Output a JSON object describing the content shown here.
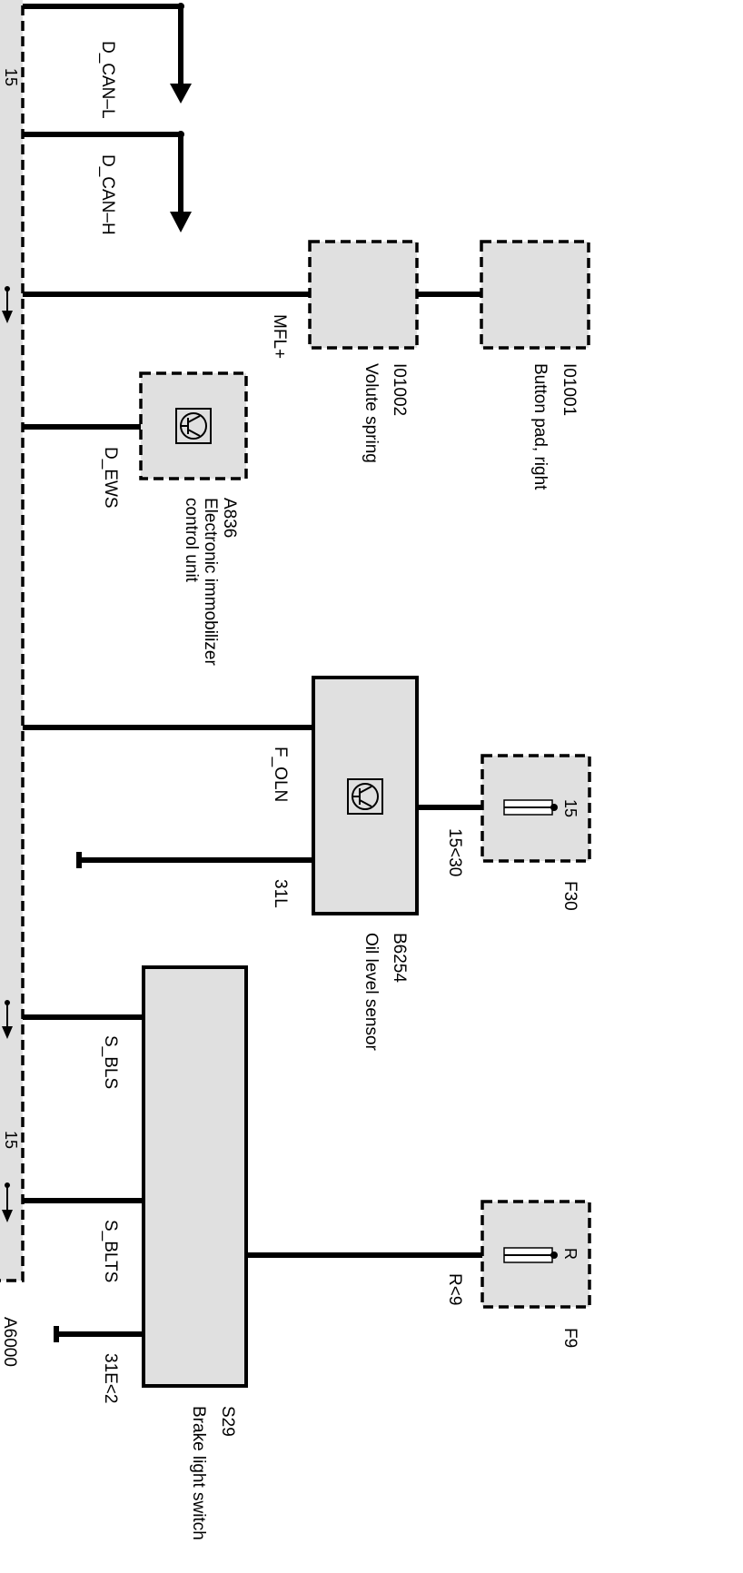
{
  "colors": {
    "box_fill": "#e0e0e0",
    "line": "#000000",
    "background": "#ffffff"
  },
  "module_main": {
    "id": "A6000",
    "pin_top": "15",
    "pin_bottom": "15"
  },
  "signals": {
    "d_can_l": "D_CAN–L",
    "d_can_h": "D_CAN–H",
    "mfl": "MFL+",
    "d_ews": "D_EWS",
    "f_oln": "F_OLN",
    "l31": "31L",
    "s_bls": "S_BLS",
    "s_blts": "S_BLTS",
    "e31": "31E<2",
    "w15_30": "15<30",
    "r9": "R<9"
  },
  "components": {
    "i01001": {
      "id": "I01001",
      "name": "Button pad, right"
    },
    "i01002": {
      "id": "I01002",
      "name": "Volute spring"
    },
    "a836": {
      "id": "A836",
      "name_line1": "Electronic immobilizer",
      "name_line2": "control unit"
    },
    "b6254": {
      "id": "B6254",
      "name": "Oil level sensor"
    },
    "f30": {
      "id": "F30",
      "pin": "15"
    },
    "f9": {
      "id": "F9",
      "pin": "R"
    },
    "s29": {
      "id": "S29",
      "name": "Brake light switch"
    }
  }
}
